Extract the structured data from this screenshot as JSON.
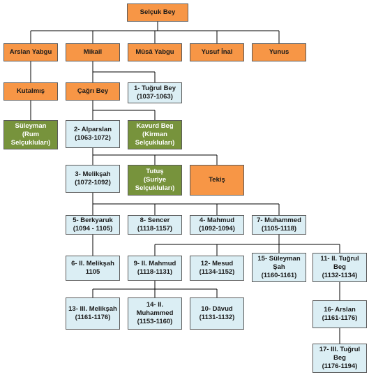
{
  "colors": {
    "orange": "#f79646",
    "green": "#77933c",
    "blue": "#dbeef4",
    "line": "#000000"
  },
  "nodes": [
    {
      "id": "selcuk",
      "lines": [
        "Selçuk Bey"
      ],
      "color": "orange"
    },
    {
      "id": "arslan-yabgu",
      "lines": [
        "Arslan Yabgu"
      ],
      "color": "orange"
    },
    {
      "id": "mikail",
      "lines": [
        "Mikail"
      ],
      "color": "orange"
    },
    {
      "id": "musa-yabgu",
      "lines": [
        "Mûsâ Yabgu"
      ],
      "color": "orange"
    },
    {
      "id": "yusuf-inal",
      "lines": [
        "Yusuf İnal"
      ],
      "color": "orange"
    },
    {
      "id": "yunus",
      "lines": [
        "Yunus"
      ],
      "color": "orange"
    },
    {
      "id": "kutalmis",
      "lines": [
        "Kutalmış"
      ],
      "color": "orange"
    },
    {
      "id": "cagri",
      "lines": [
        "Çağrı Bey"
      ],
      "color": "orange"
    },
    {
      "id": "tugrul",
      "lines": [
        "1- Tuğrul Bey",
        "(1037-1063)"
      ],
      "color": "blue"
    },
    {
      "id": "suleyman",
      "lines": [
        "Süleyman",
        "(Rum",
        "Selçukluları)"
      ],
      "color": "green"
    },
    {
      "id": "alparslan",
      "lines": [
        "2- Alparslan",
        "(1063-1072)"
      ],
      "color": "blue"
    },
    {
      "id": "kavurd",
      "lines": [
        "Kavurd Beg",
        "(Kirman",
        "Selçukluları)"
      ],
      "color": "green"
    },
    {
      "id": "meliksah",
      "lines": [
        "3- Melikşah",
        "(1072-1092)"
      ],
      "color": "blue"
    },
    {
      "id": "tutus",
      "lines": [
        "Tutuş",
        "(Suriye",
        "Selçukluları)"
      ],
      "color": "green"
    },
    {
      "id": "tekis",
      "lines": [
        "Tekiş"
      ],
      "color": "orange"
    },
    {
      "id": "berkyaruk",
      "lines": [
        "5- Berkyaruk",
        "(1094 - 1105)"
      ],
      "color": "blue"
    },
    {
      "id": "sencer",
      "lines": [
        "8- Sencer",
        "(1118-1157)"
      ],
      "color": "blue"
    },
    {
      "id": "mahmud",
      "lines": [
        "4- Mahmud",
        "(1092-1094)"
      ],
      "color": "blue"
    },
    {
      "id": "muhammed",
      "lines": [
        "7- Muhammed",
        "(1105-1118)"
      ],
      "color": "blue"
    },
    {
      "id": "meliksah2",
      "lines": [
        "6- II. Melikşah",
        "1105"
      ],
      "color": "blue"
    },
    {
      "id": "mahmud2",
      "lines": [
        "9- II. Mahmud",
        "(1118-1131)"
      ],
      "color": "blue"
    },
    {
      "id": "mesud",
      "lines": [
        "12- Mesud",
        "(1134-1152)"
      ],
      "color": "blue"
    },
    {
      "id": "suleyman-sah",
      "lines": [
        "15- Süleyman",
        "Şah",
        "(1160-1161)"
      ],
      "color": "blue"
    },
    {
      "id": "tugrul2",
      "lines": [
        "11- II. Tuğrul",
        "Beg",
        "(1132-1134)"
      ],
      "color": "blue"
    },
    {
      "id": "meliksah3",
      "lines": [
        "13- III. Melikşah",
        "(1161-1176)"
      ],
      "color": "blue"
    },
    {
      "id": "muhammed2",
      "lines": [
        "14- II.",
        "Muhammed",
        "(1153-1160)"
      ],
      "color": "blue"
    },
    {
      "id": "davud",
      "lines": [
        "10- Dâvud",
        "(1131-1132)"
      ],
      "color": "blue"
    },
    {
      "id": "arslan",
      "lines": [
        "16- Arslan",
        "(1161-1176)"
      ],
      "color": "blue"
    },
    {
      "id": "tugrul3",
      "lines": [
        "17- III. Tuğrul",
        "Beg",
        "(1176-1194)"
      ],
      "color": "blue"
    }
  ]
}
